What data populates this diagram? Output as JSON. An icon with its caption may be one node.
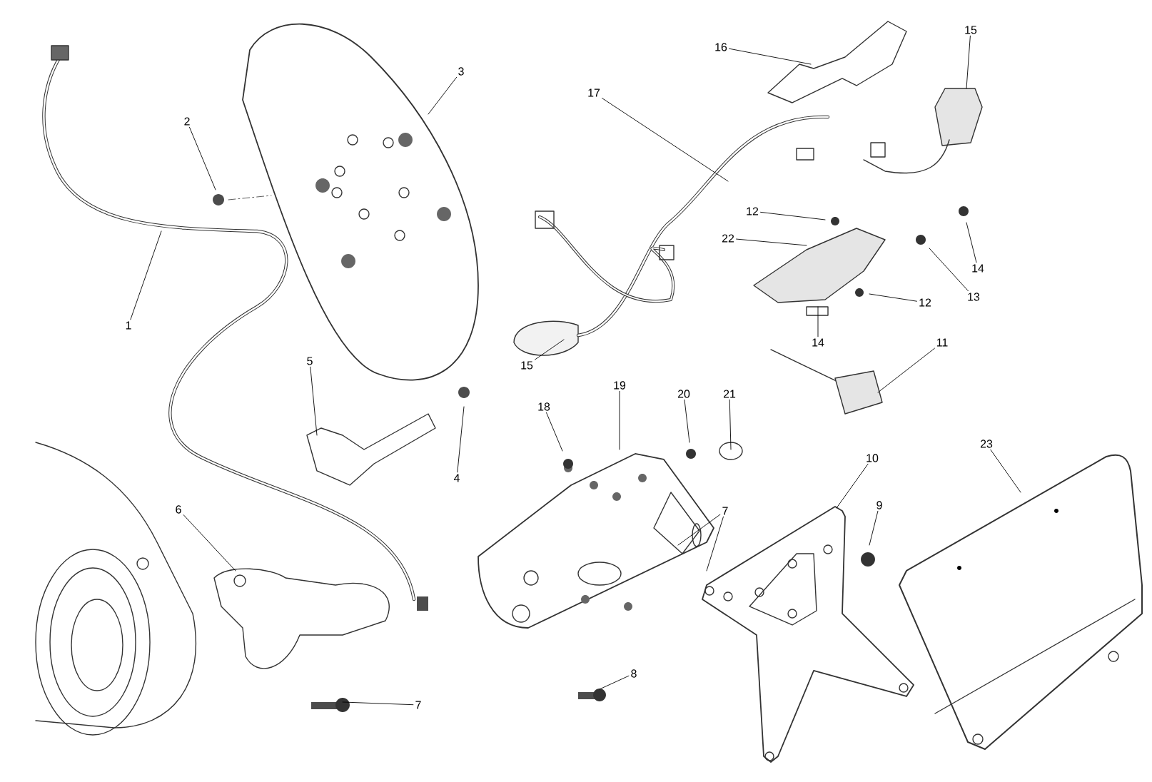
{
  "diagram": {
    "nodes": [
      {
        "text": [
          "1"
        ]
      },
      {
        "text": [
          "2"
        ]
      },
      {
        "text": [
          "3"
        ]
      },
      {
        "text": [
          "4"
        ]
      },
      {
        "text": [
          "5"
        ]
      },
      {
        "text": [
          "6"
        ]
      },
      {
        "text": [
          "7"
        ]
      },
      {
        "text": [
          "7"
        ]
      },
      {
        "text": [
          "8"
        ]
      },
      {
        "text": [
          "9"
        ]
      },
      {
        "text": [
          "10"
        ]
      },
      {
        "text": [
          "11"
        ]
      },
      {
        "text": [
          "12"
        ]
      },
      {
        "text": [
          "12"
        ]
      },
      {
        "text": [
          "13"
        ]
      },
      {
        "text": [
          "14"
        ]
      },
      {
        "text": [
          "14"
        ]
      },
      {
        "text": [
          "15"
        ]
      },
      {
        "text": [
          "15"
        ]
      },
      {
        "text": [
          "16"
        ]
      },
      {
        "text": [
          "17"
        ]
      },
      {
        "text": [
          "18"
        ]
      },
      {
        "text": [
          "19"
        ]
      },
      {
        "text": [
          "20"
        ]
      },
      {
        "text": [
          "21"
        ]
      },
      {
        "text": [
          "22"
        ]
      },
      {
        "text": [
          "23"
        ]
      }
    ],
    "edges": [
      {
        "from": 0,
        "to": null,
        "arrow": "none"
      },
      {
        "from": 1,
        "to": null,
        "arrow": "none"
      },
      {
        "from": 2,
        "to": null,
        "arrow": "none"
      },
      {
        "from": 3,
        "to": null,
        "arrow": "none"
      },
      {
        "from": 4,
        "to": null,
        "arrow": "none"
      },
      {
        "from": 5,
        "to": null,
        "arrow": "none"
      },
      {
        "from": 6,
        "to": null,
        "arrow": "none"
      },
      {
        "from": 7,
        "to": null,
        "arrow": "none"
      },
      {
        "from": 7,
        "to": null,
        "arrow": "none"
      },
      {
        "from": 8,
        "to": null,
        "arrow": "none"
      },
      {
        "from": 9,
        "to": null,
        "arrow": "none"
      },
      {
        "from": 10,
        "to": null,
        "arrow": "none"
      },
      {
        "from": 11,
        "to": null,
        "arrow": "none"
      },
      {
        "from": 12,
        "to": null,
        "arrow": "none"
      },
      {
        "from": 13,
        "to": null,
        "arrow": "none"
      },
      {
        "from": 14,
        "to": null,
        "arrow": "none"
      },
      {
        "from": 15,
        "to": null,
        "arrow": "none"
      },
      {
        "from": 16,
        "to": null,
        "arrow": "none"
      },
      {
        "from": 17,
        "to": null,
        "arrow": "none"
      },
      {
        "from": 18,
        "to": null,
        "arrow": "none"
      },
      {
        "from": 19,
        "to": null,
        "arrow": "none"
      },
      {
        "from": 20,
        "to": null,
        "arrow": "none"
      },
      {
        "from": 21,
        "to": null,
        "arrow": "none"
      },
      {
        "from": 22,
        "to": null,
        "arrow": "none"
      },
      {
        "from": 23,
        "to": null,
        "arrow": "none"
      },
      {
        "from": 24,
        "to": null,
        "arrow": "none"
      },
      {
        "from": 25,
        "to": null,
        "arrow": "none"
      },
      {
        "from": 26,
        "to": null,
        "arrow": "none"
      }
    ]
  }
}
